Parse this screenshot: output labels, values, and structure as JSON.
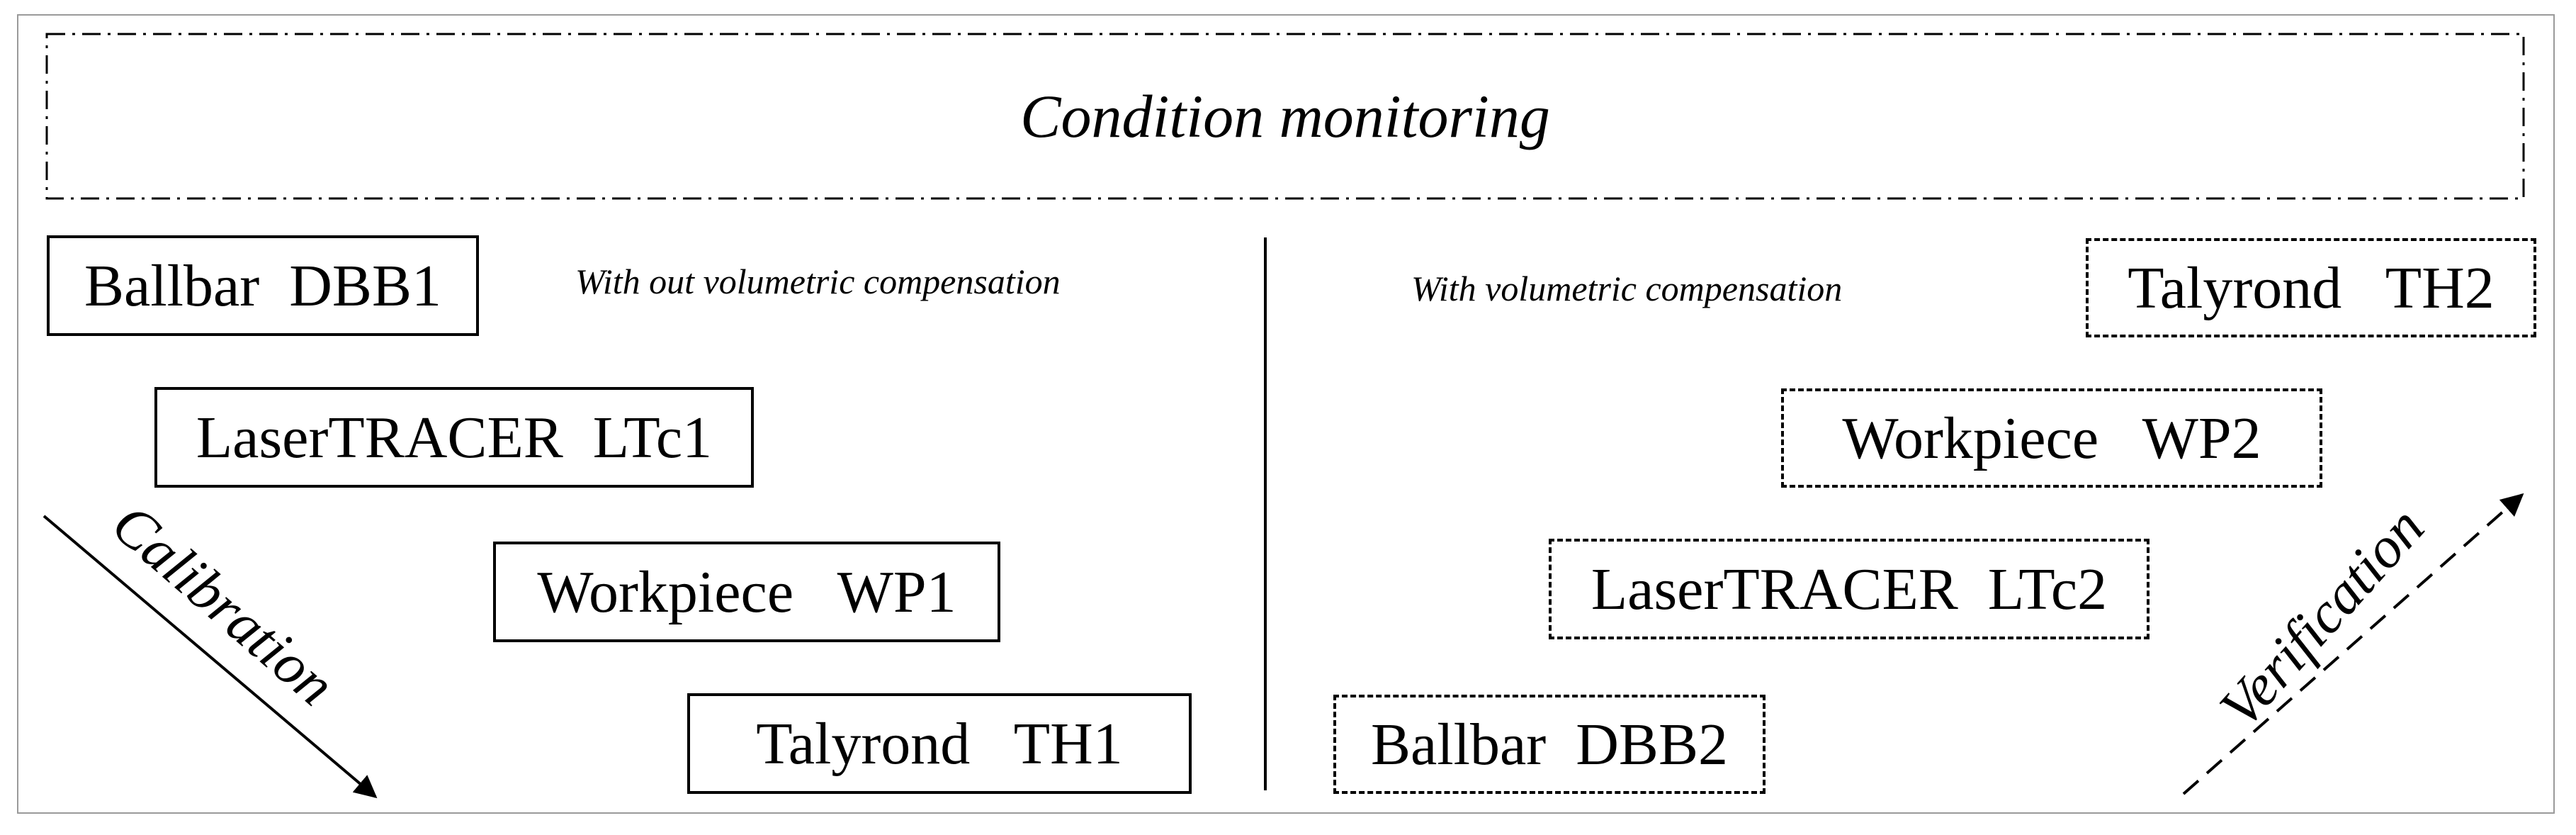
{
  "banner": {
    "title": "Condition monitoring"
  },
  "left": {
    "note": "With out volumetric compensation",
    "boxes": [
      {
        "label": "Ballbar  DBB1"
      },
      {
        "label": "LaserTRACER  LTc1"
      },
      {
        "label": "Workpiece   WP1"
      },
      {
        "label": "Talyrond   TH1"
      }
    ],
    "arrow_label": "Calibration"
  },
  "right": {
    "note": "With volumetric compensation",
    "boxes": [
      {
        "label": "Talyrond   TH2"
      },
      {
        "label": "Workpiece   WP2"
      },
      {
        "label": "LaserTRACER  LTc2"
      },
      {
        "label": "Ballbar  DBB2"
      }
    ],
    "arrow_label": "Verification"
  }
}
